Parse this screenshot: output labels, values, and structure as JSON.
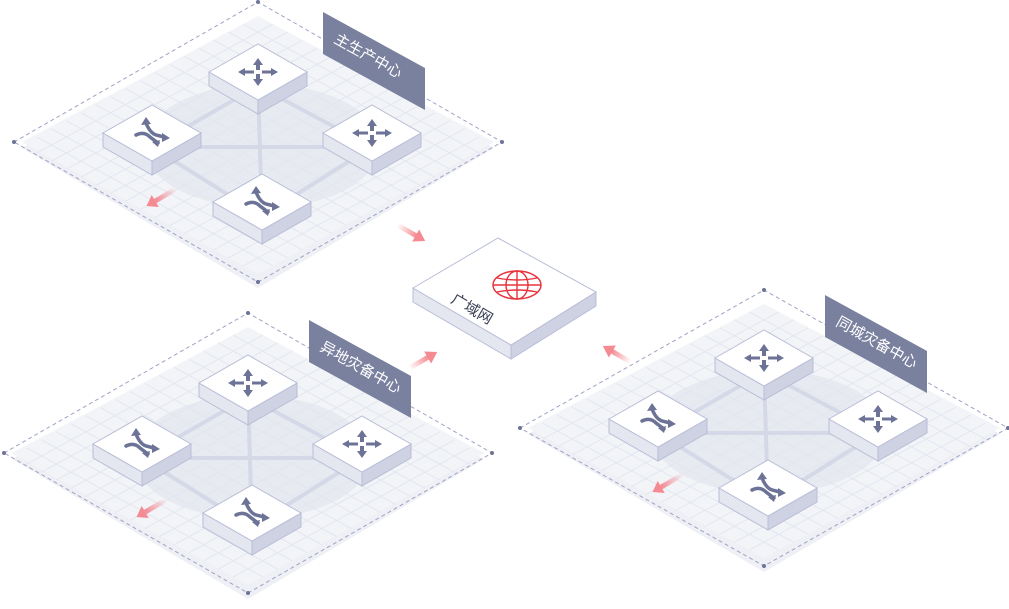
{
  "wan": {
    "label": "广域网",
    "icon": "globe-icon"
  },
  "clusters": [
    {
      "id": "primary",
      "label": "主生产中心",
      "switches": [
        "four-way",
        "cross",
        "four-way",
        "cross"
      ]
    },
    {
      "id": "remote-dr",
      "label": "异地灾备中心",
      "switches": [
        "four-way",
        "cross",
        "four-way",
        "cross"
      ]
    },
    {
      "id": "local-dr",
      "label": "同城灾备中心",
      "switches": [
        "four-way",
        "cross",
        "four-way",
        "cross"
      ]
    }
  ],
  "colors": {
    "label_bg": "#7a819f",
    "label_text": "#ffffff",
    "platform": "#f2f4f8",
    "grid": "#e3e7ef",
    "switch_top": "#ffffff",
    "switch_side_left": "#e4e6f0",
    "switch_side_right": "#cfd2e3",
    "switch_edge": "#b9bdd6",
    "icon": "#6c7396",
    "link": "#d5d8e6",
    "dash": "#9ea3c4",
    "globe": "#e8323c",
    "arrow": "#f58a92"
  }
}
